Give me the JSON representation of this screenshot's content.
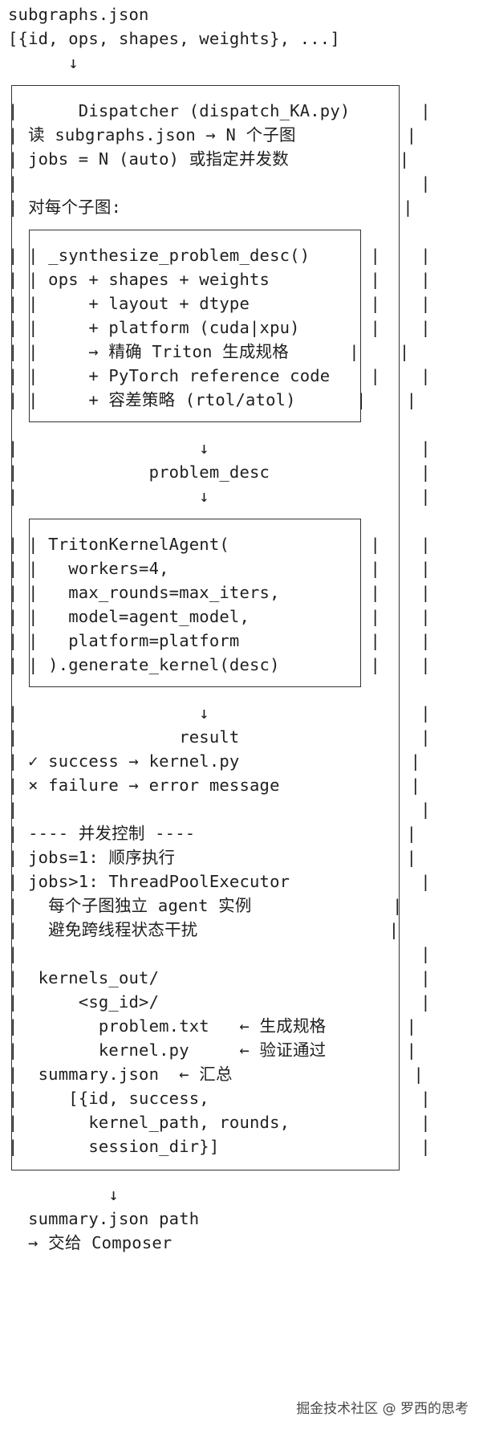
{
  "lines": [
    "subgraphs.json",
    "[{id, ops, shapes, weights}, ...]",
    "      ↓",
    "┌─────────────────────────────────────────┐",
    "|      Dispatcher (dispatch_KA.py)       |",
    "| 读 subgraphs.json → N 个子图           |",
    "| jobs = N (auto) 或指定并发数           |",
    "|                                        |",
    "| 对每个子图:                            |",
    "| ┌─────────────────────────────────┐    |",
    "| | _synthesize_problem_desc()      |    |",
    "| | ops + shapes + weights          |    |",
    "| |     + layout + dtype            |    |",
    "| |     + platform (cuda|xpu)       |    |",
    "| |     → 精确 Triton 生成规格      |    |",
    "| |     + PyTorch reference code    |    |",
    "| |     + 容差策略 (rtol/atol)      |    |",
    "| └─────────────────────────────────┘    |",
    "|                  ↓                     |",
    "|             problem_desc               |",
    "|                  ↓                     |",
    "| ┌─────────────────────────────────┐    |",
    "| | TritonKernelAgent(              |    |",
    "| |   workers=4,                    |    |",
    "| |   max_rounds=max_iters,         |    |",
    "| |   model=agent_model,            |    |",
    "| |   platform=platform             |    |",
    "| | ).generate_kernel(desc)         |    |",
    "| └─────────────────────────────────┘    |",
    "|                  ↓                     |",
    "|                result                  |",
    "| ✓ success → kernel.py                 |",
    "| × failure → error message             |",
    "|                                        |",
    "| ---- 并发控制 ----                     |",
    "| jobs=1: 顺序执行                       |",
    "| jobs>1: ThreadPoolExecutor             |",
    "|   每个子图独立 agent 实例              |",
    "|   避免跨线程状态干扰                   |",
    "|                                        |",
    "|  kernels_out/                          |",
    "|      <sg_id>/                          |",
    "|        problem.txt   ← 生成规格        |",
    "|        kernel.py     ← 验证通过        |",
    "|  summary.json  ← 汇总                  |",
    "|     [{id, success,                     |",
    "|       kernel_path, rounds,             |",
    "|       session_dir}]                    |",
    "└─────────────────────────────────────────┘",
    "          ↓",
    "  summary.json path",
    "  → 交给 Composer"
  ],
  "watermark": "掘金技术社区 @ 罗西的思考",
  "colors": {
    "text": "#1f1f1f",
    "border": "#333333",
    "background": "#ffffff"
  }
}
